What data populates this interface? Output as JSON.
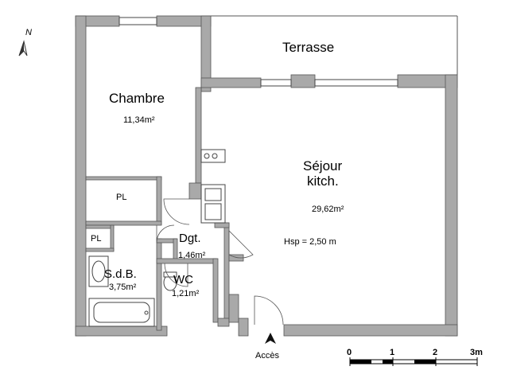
{
  "compass": {
    "label": "N"
  },
  "rooms": {
    "terrasse": {
      "name": "Terrasse"
    },
    "chambre": {
      "name": "Chambre",
      "area": "11,34m²"
    },
    "sejour": {
      "name_line1": "Séjour",
      "name_line2": "kitch.",
      "area": "29,62m²"
    },
    "height": "Hsp = 2,50 m",
    "degagement": {
      "name": "Dgt.",
      "area": "1,46m²"
    },
    "sdb": {
      "name": "S.d.B.",
      "area": "3,75m²"
    },
    "wc": {
      "name": "WC",
      "area": "1,21m²"
    },
    "placard_chambre": "PL",
    "placard_sdb": "PL"
  },
  "entrance": {
    "label": "Accès"
  },
  "scale_bar": {
    "ticks": [
      "0",
      "1",
      "2",
      "3m"
    ]
  }
}
